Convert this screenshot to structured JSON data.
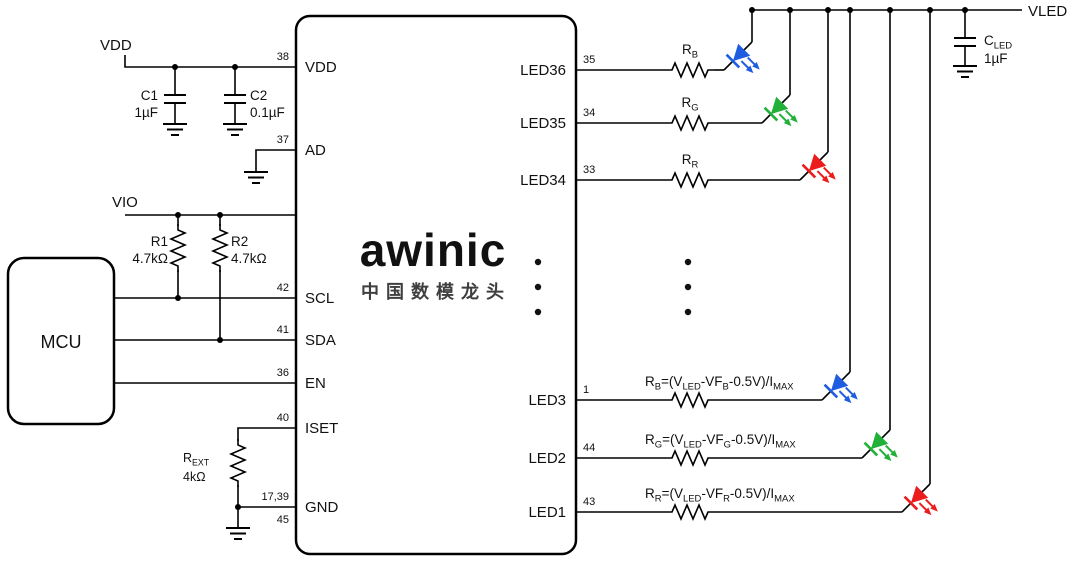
{
  "logo": {
    "brand": "awinic",
    "tagline": "中国数模龙头",
    "brand_color": "#5fc8c3",
    "tagline_color": "#3f3f3f"
  },
  "mcu": {
    "label": "MCU"
  },
  "rails": {
    "vdd": "VDD",
    "vio": "VIO",
    "vled": "VLED"
  },
  "components": {
    "c1": {
      "name": "C1",
      "value": "1µF"
    },
    "c2": {
      "name": "C2",
      "value": "0.1µF"
    },
    "r1": {
      "name": "R1",
      "value": "4.7kΩ"
    },
    "r2": {
      "name": "R2",
      "value": "4.7kΩ"
    },
    "rext": {
      "name_parts": [
        {
          "t": "R"
        },
        {
          "t": "EXT",
          "s": 1
        }
      ],
      "value": "4kΩ"
    },
    "cled": {
      "name_parts": [
        {
          "t": "C"
        },
        {
          "t": "LED",
          "s": 1
        }
      ],
      "value": "1µF"
    },
    "rb": {
      "name_parts": [
        {
          "t": "R"
        },
        {
          "t": "B",
          "s": 1
        }
      ]
    },
    "rg": {
      "name_parts": [
        {
          "t": "R"
        },
        {
          "t": "G",
          "s": 1
        }
      ]
    },
    "rr": {
      "name_parts": [
        {
          "t": "R"
        },
        {
          "t": "R",
          "s": 1
        }
      ]
    }
  },
  "ic": {
    "left_pins": [
      {
        "name": "VDD",
        "number": "38"
      },
      {
        "name": "AD",
        "number": "37"
      },
      {
        "name": "SCL",
        "number": "42"
      },
      {
        "name": "SDA",
        "number": "41"
      },
      {
        "name": "EN",
        "number": "36"
      },
      {
        "name": "ISET",
        "number": "40"
      },
      {
        "name": "GND",
        "number_top": "17,39",
        "number_bottom": "45"
      }
    ],
    "right_pins": [
      {
        "name": "LED36",
        "number": "35"
      },
      {
        "name": "LED35",
        "number": "34"
      },
      {
        "name": "LED34",
        "number": "33"
      },
      {
        "name": "LED3",
        "number": "1"
      },
      {
        "name": "LED2",
        "number": "44"
      },
      {
        "name": "LED1",
        "number": "43"
      }
    ]
  },
  "formulas": {
    "blue": [
      {
        "t": "R"
      },
      {
        "t": "B",
        "s": 1
      },
      {
        "t": "=(V"
      },
      {
        "t": "LED",
        "s": 1
      },
      {
        "t": "-VF"
      },
      {
        "t": "B",
        "s": 1
      },
      {
        "t": "-0.5V)/I"
      },
      {
        "t": "MAX",
        "s": 1
      }
    ],
    "green": [
      {
        "t": "R"
      },
      {
        "t": "G",
        "s": 1
      },
      {
        "t": "=(V"
      },
      {
        "t": "LED",
        "s": 1
      },
      {
        "t": "-VF"
      },
      {
        "t": "G",
        "s": 1
      },
      {
        "t": "-0.5V)/I"
      },
      {
        "t": "MAX",
        "s": 1
      }
    ],
    "red": [
      {
        "t": "R"
      },
      {
        "t": "R",
        "s": 1
      },
      {
        "t": "=(V"
      },
      {
        "t": "LED",
        "s": 1
      },
      {
        "t": "-VF"
      },
      {
        "t": "R",
        "s": 1
      },
      {
        "t": "-0.5V)/I"
      },
      {
        "t": "MAX",
        "s": 1
      }
    ]
  },
  "led_colors": {
    "blue": "#1f5de0",
    "green": "#21b038",
    "red": "#ec1c1c"
  }
}
